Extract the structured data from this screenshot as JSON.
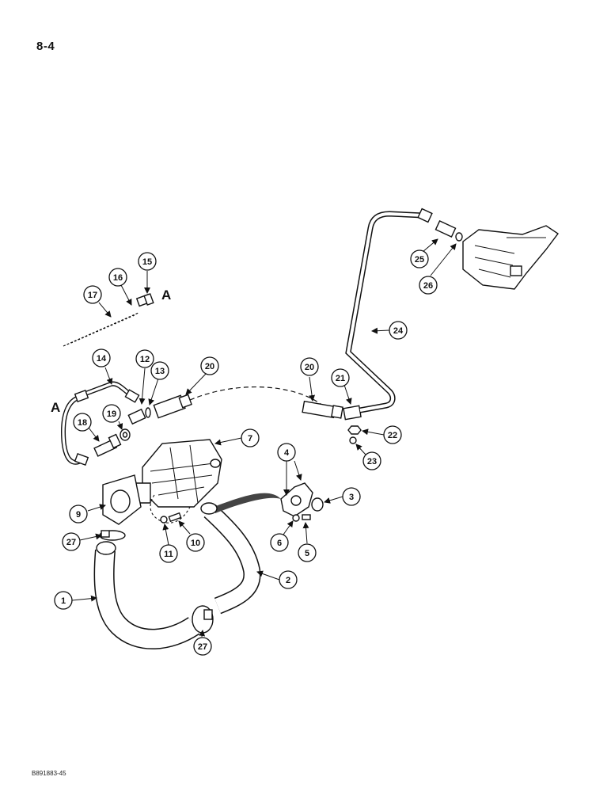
{
  "page": {
    "number": "8-4",
    "footer_code": "B891883-45"
  },
  "reference_letters": [
    "A",
    "A"
  ],
  "callouts": [
    "1",
    "2",
    "3",
    "4",
    "5",
    "6",
    "7",
    "9",
    "10",
    "11",
    "12",
    "13",
    "14",
    "15",
    "16",
    "17",
    "18",
    "19",
    "20",
    "20",
    "21",
    "22",
    "23",
    "24",
    "25",
    "26",
    "27",
    "27"
  ]
}
